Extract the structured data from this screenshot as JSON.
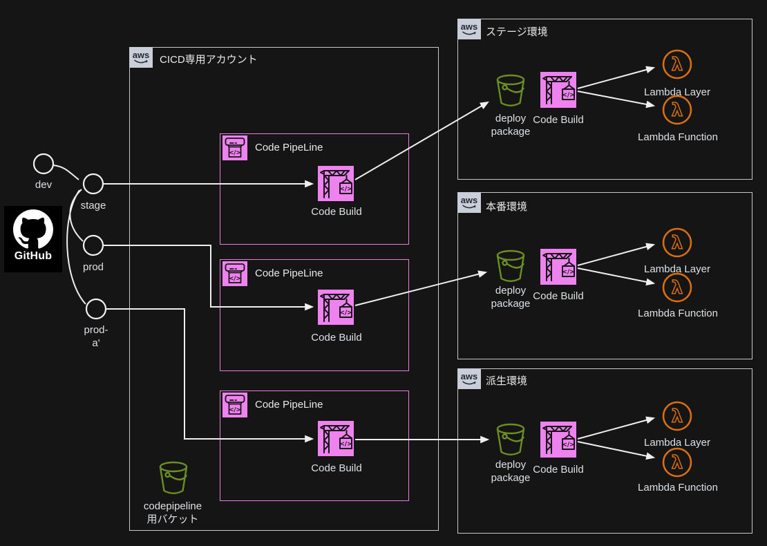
{
  "colors": {
    "background": "#151515",
    "pink_fill": "#EE82EE",
    "pink_border": "#E87FE0",
    "green": "#6C8F21",
    "orange": "#DB6E0D",
    "line": "#EFEFEF",
    "box_border": "#C9C9C9",
    "aws_chip_bg": "#C9CED8",
    "aws_chip_text": "#222B38",
    "text": "#DCE1E6"
  },
  "icons": {
    "aws_logo_text": "aws",
    "lambda_glyph": "λ",
    "code_glyph": "</>",
    "github": "github-octocat-icon",
    "bucket": "s3-bucket-icon",
    "code_build": "codebuild-crane-icon",
    "code_pipeline": "codepipeline-icon"
  },
  "github": {
    "label": "GitHub",
    "branches": [
      {
        "label": "dev"
      },
      {
        "label": "stage"
      },
      {
        "label": "prod"
      },
      {
        "label": "prod-\na'"
      }
    ]
  },
  "cicd_account": {
    "title": "CICD専用アカウント",
    "pipelines": [
      {
        "title": "Code PipeLine",
        "build_label": "Code Build"
      },
      {
        "title": "Code PipeLine",
        "build_label": "Code Build"
      },
      {
        "title": "Code PipeLine",
        "build_label": "Code Build"
      }
    ],
    "bucket_label": "codepipeline\n用バケット"
  },
  "environments": [
    {
      "title": "ステージ環境",
      "bucket_label": "deploy\npackage",
      "build_label": "Code Build",
      "lambda_layer_label": "Lambda Layer",
      "lambda_function_label": "Lambda Function"
    },
    {
      "title": "本番環境",
      "bucket_label": "deploy\npackage",
      "build_label": "Code Build",
      "lambda_layer_label": "Lambda Layer",
      "lambda_function_label": "Lambda Function"
    },
    {
      "title": "派生環境",
      "bucket_label": "deploy\npackage",
      "build_label": "Code Build",
      "lambda_layer_label": "Lambda Layer",
      "lambda_function_label": "Lambda Function"
    }
  ]
}
